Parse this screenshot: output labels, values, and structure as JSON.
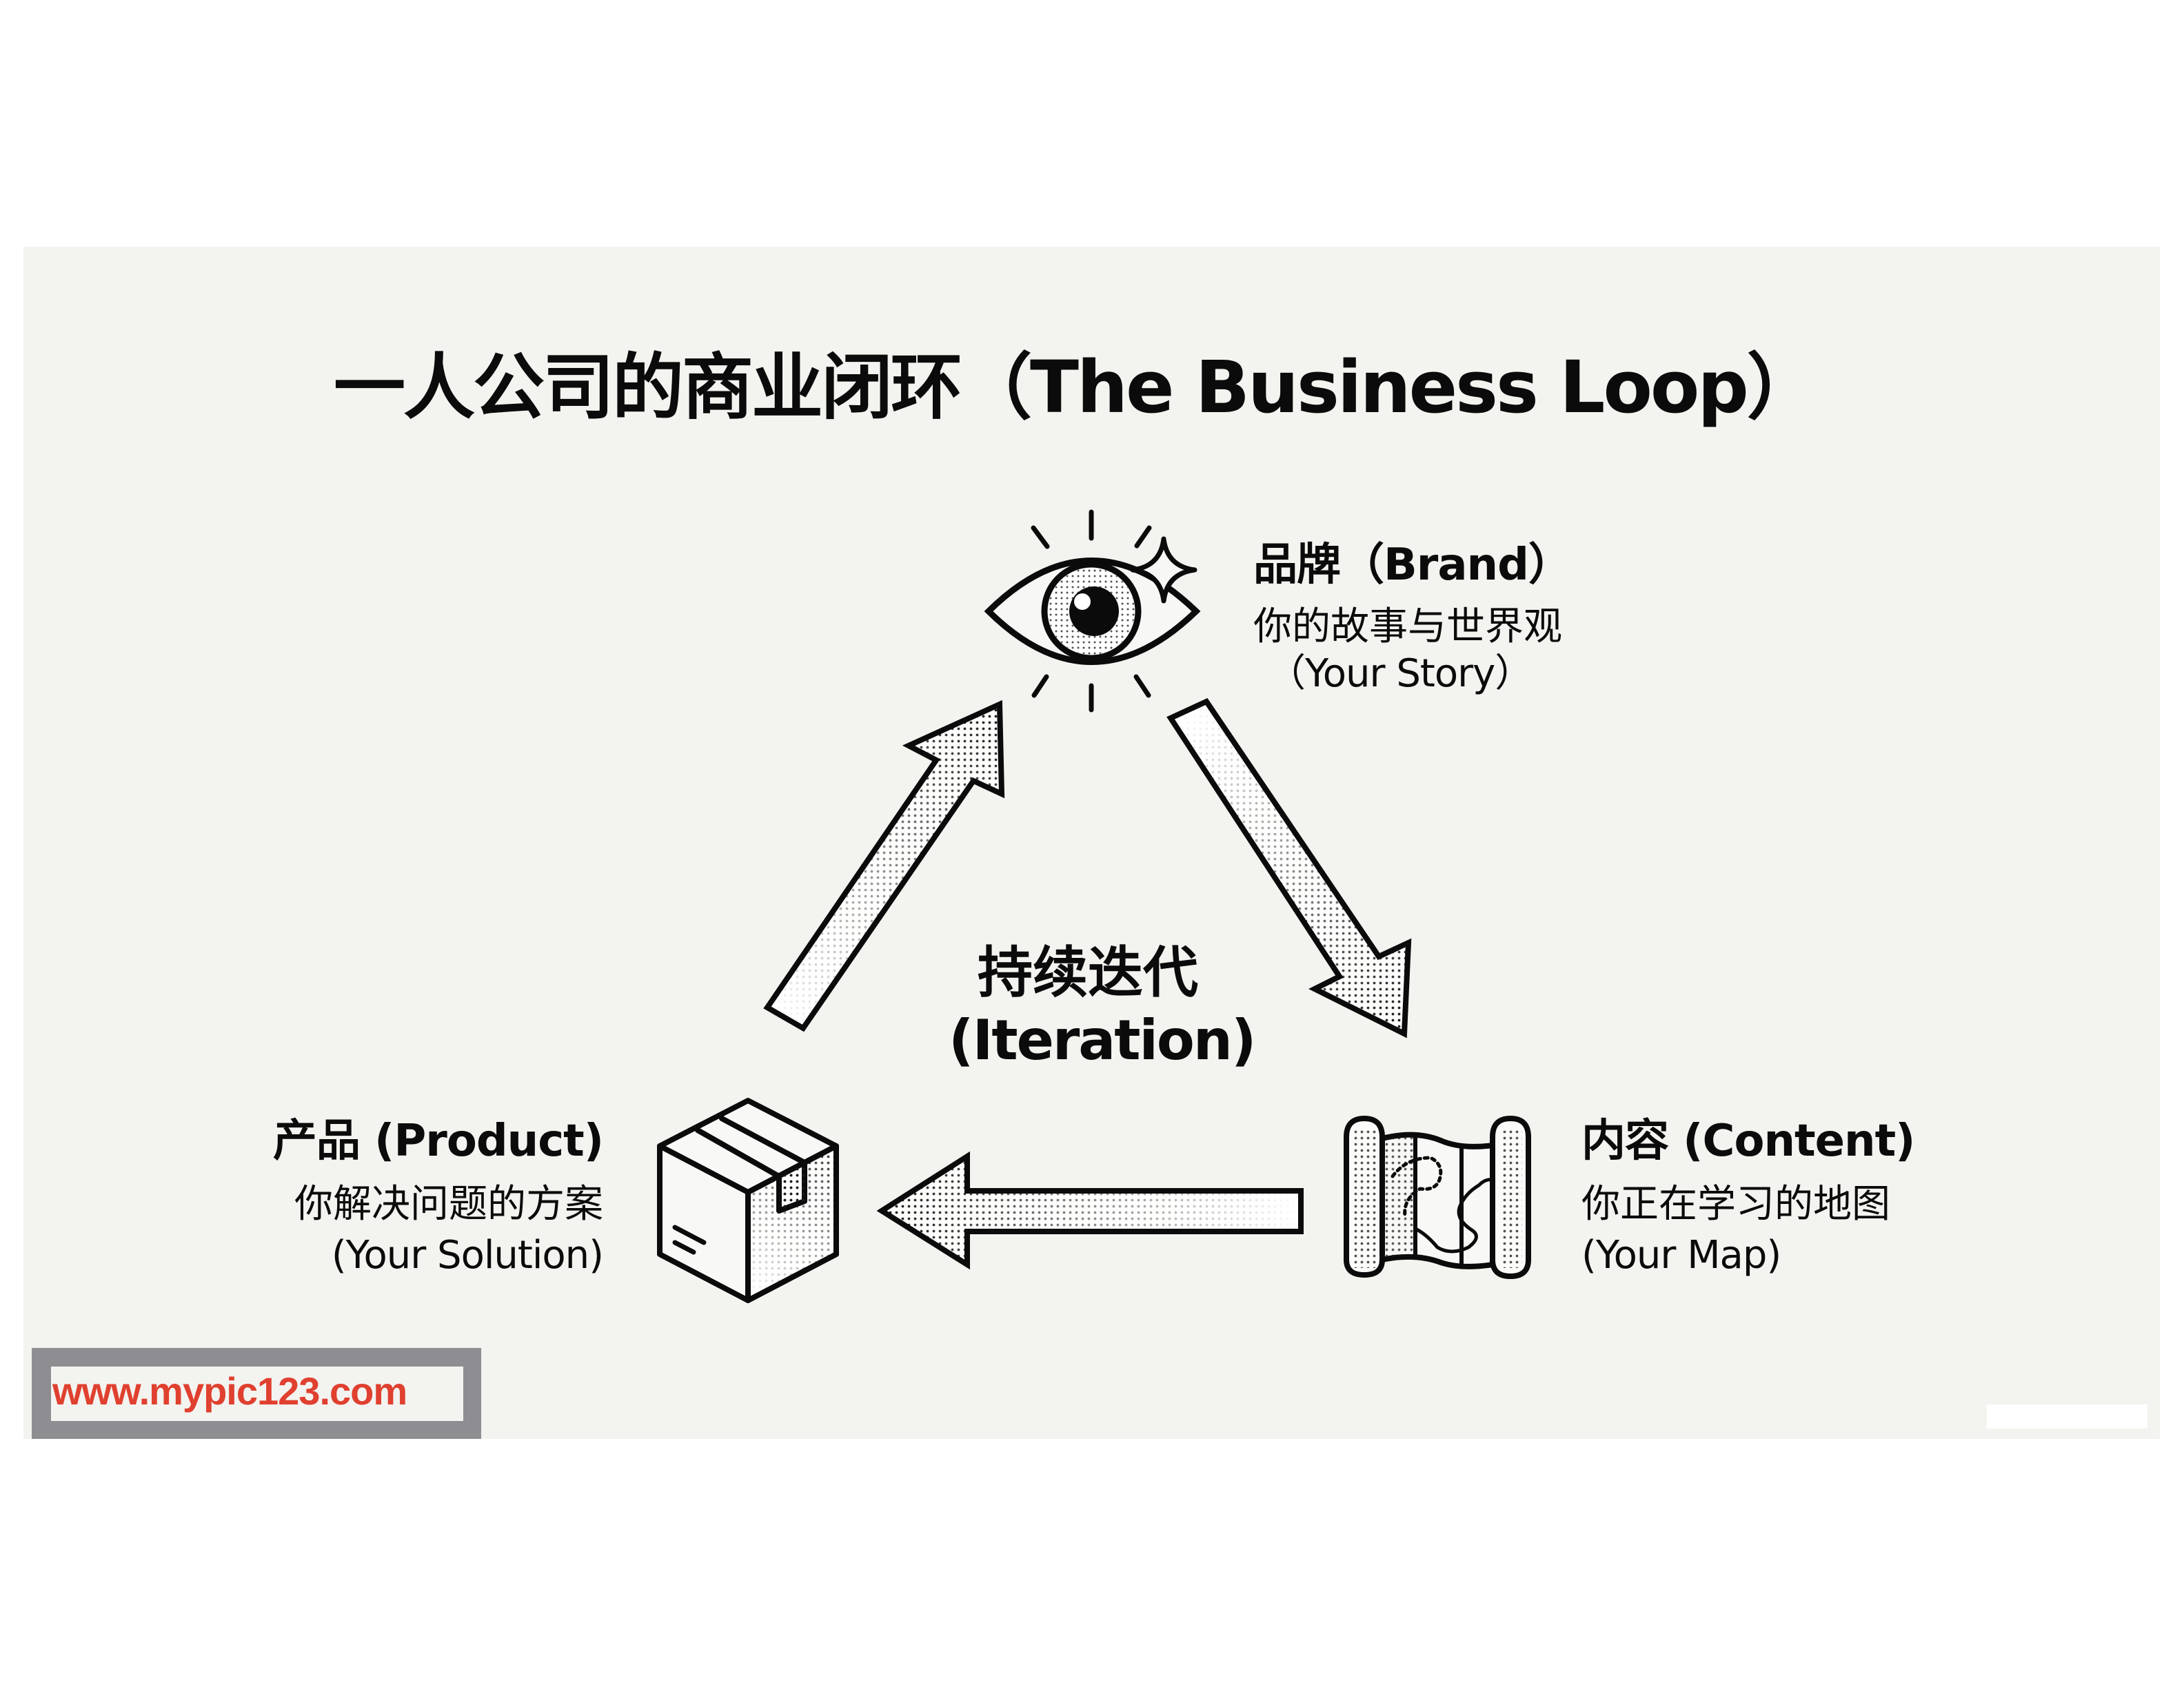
{
  "title": "一人公司的商业闭环（The Business Loop）",
  "nodes": {
    "brand": {
      "label": "品牌（Brand）",
      "subtitle_zh": "你的故事与世界观",
      "subtitle_en": "（Your Story）",
      "icon": "eye-icon"
    },
    "content": {
      "label": "内容 (Content)",
      "subtitle_zh": "你正在学习的地图",
      "subtitle_en": "(Your Map)",
      "icon": "map-icon"
    },
    "product": {
      "label": "产品 (Product)",
      "subtitle_zh": "你解决问题的方案",
      "subtitle_en": "(Your Solution)",
      "icon": "box-icon"
    }
  },
  "center": {
    "label_zh": "持续迭代",
    "label_en": "(Iteration)"
  },
  "flow": [
    {
      "from": "brand",
      "to": "content",
      "icon": "arrow-down-right-icon"
    },
    {
      "from": "content",
      "to": "product",
      "icon": "arrow-left-icon"
    },
    {
      "from": "product",
      "to": "brand",
      "icon": "arrow-up-right-icon"
    }
  ],
  "watermark": {
    "text": "www.mypic123.com",
    "color": "#e0402f"
  },
  "colors": {
    "background": "#f3f3f0",
    "ink": "#0b0b0b",
    "watermark_frame": "#8e8d92"
  }
}
